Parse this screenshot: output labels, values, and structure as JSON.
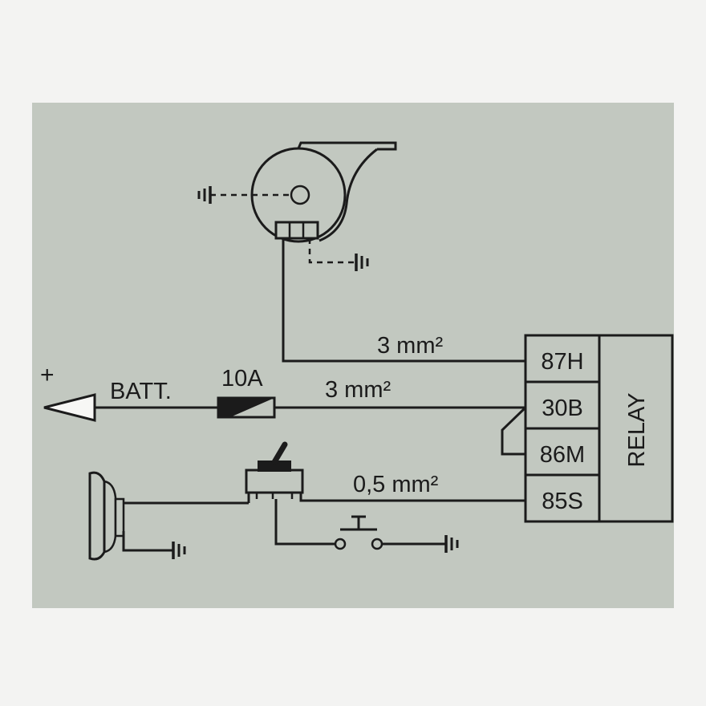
{
  "labels": {
    "positive": "+",
    "battery": "BATT.",
    "fuse": "10A",
    "wire_horn": "3 mm²",
    "wire_battery": "3 mm²",
    "wire_switch": "0,5 mm²",
    "relay": "RELAY"
  },
  "relay_terminals": [
    "87H",
    "30B",
    "86M",
    "85S"
  ],
  "colors": {
    "paper": "#c2c8c0",
    "background": "#f3f3f2",
    "ink": "#1b1b1b"
  },
  "icons": [
    "horn-icon",
    "ground-icon",
    "fuse-icon",
    "toggle-switch-icon",
    "push-button-icon",
    "lamp-icon",
    "battery-arrow-icon"
  ]
}
